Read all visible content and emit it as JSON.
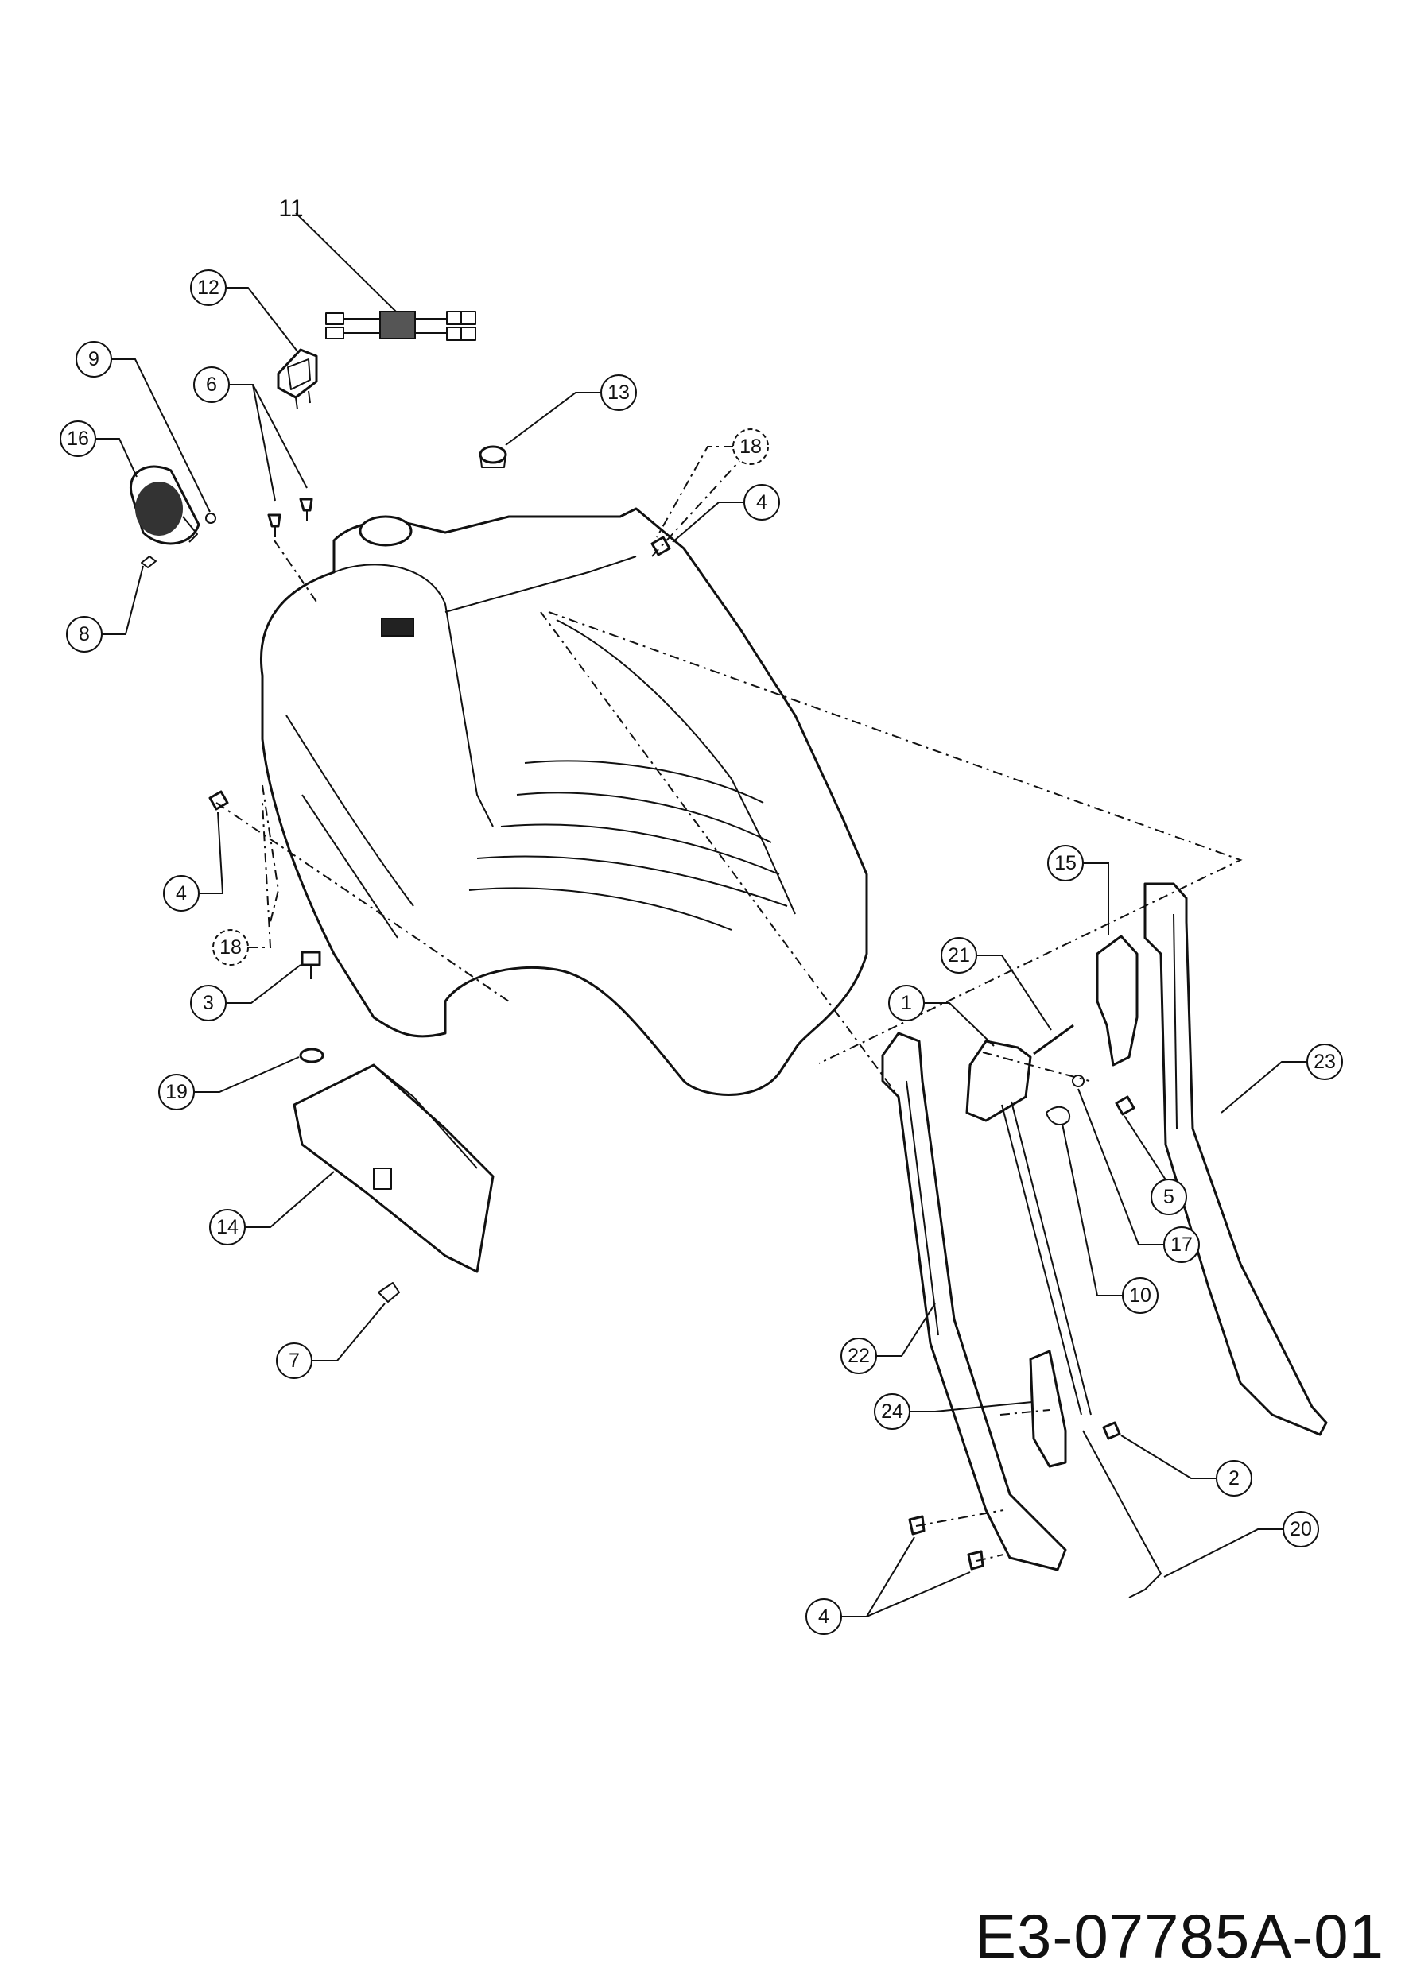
{
  "drawing": {
    "number": "E3-07785A-01"
  },
  "callouts": [
    {
      "id": "11",
      "label": "11",
      "circled": false,
      "dashed": false
    },
    {
      "id": "12",
      "label": "12",
      "circled": true,
      "dashed": false
    },
    {
      "id": "9",
      "label": "9",
      "circled": true,
      "dashed": false
    },
    {
      "id": "6",
      "label": "6",
      "circled": true,
      "dashed": false
    },
    {
      "id": "16",
      "label": "16",
      "circled": true,
      "dashed": false
    },
    {
      "id": "13",
      "label": "13",
      "circled": true,
      "dashed": false
    },
    {
      "id": "18a",
      "label": "18",
      "circled": true,
      "dashed": true
    },
    {
      "id": "4a",
      "label": "4",
      "circled": true,
      "dashed": false
    },
    {
      "id": "8",
      "label": "8",
      "circled": true,
      "dashed": false
    },
    {
      "id": "4b",
      "label": "4",
      "circled": true,
      "dashed": false
    },
    {
      "id": "18b",
      "label": "18",
      "circled": true,
      "dashed": true
    },
    {
      "id": "3",
      "label": "3",
      "circled": true,
      "dashed": false
    },
    {
      "id": "19",
      "label": "19",
      "circled": true,
      "dashed": false
    },
    {
      "id": "14",
      "label": "14",
      "circled": true,
      "dashed": false
    },
    {
      "id": "7",
      "label": "7",
      "circled": true,
      "dashed": false
    },
    {
      "id": "15",
      "label": "15",
      "circled": true,
      "dashed": false
    },
    {
      "id": "21",
      "label": "21",
      "circled": true,
      "dashed": false
    },
    {
      "id": "1",
      "label": "1",
      "circled": true,
      "dashed": false
    },
    {
      "id": "23",
      "label": "23",
      "circled": true,
      "dashed": false
    },
    {
      "id": "5",
      "label": "5",
      "circled": true,
      "dashed": false
    },
    {
      "id": "17",
      "label": "17",
      "circled": true,
      "dashed": false
    },
    {
      "id": "10",
      "label": "10",
      "circled": true,
      "dashed": false
    },
    {
      "id": "22",
      "label": "22",
      "circled": true,
      "dashed": false
    },
    {
      "id": "24",
      "label": "24",
      "circled": true,
      "dashed": false
    },
    {
      "id": "2",
      "label": "2",
      "circled": true,
      "dashed": false
    },
    {
      "id": "20",
      "label": "20",
      "circled": true,
      "dashed": false
    },
    {
      "id": "4c",
      "label": "4",
      "circled": true,
      "dashed": false
    }
  ]
}
